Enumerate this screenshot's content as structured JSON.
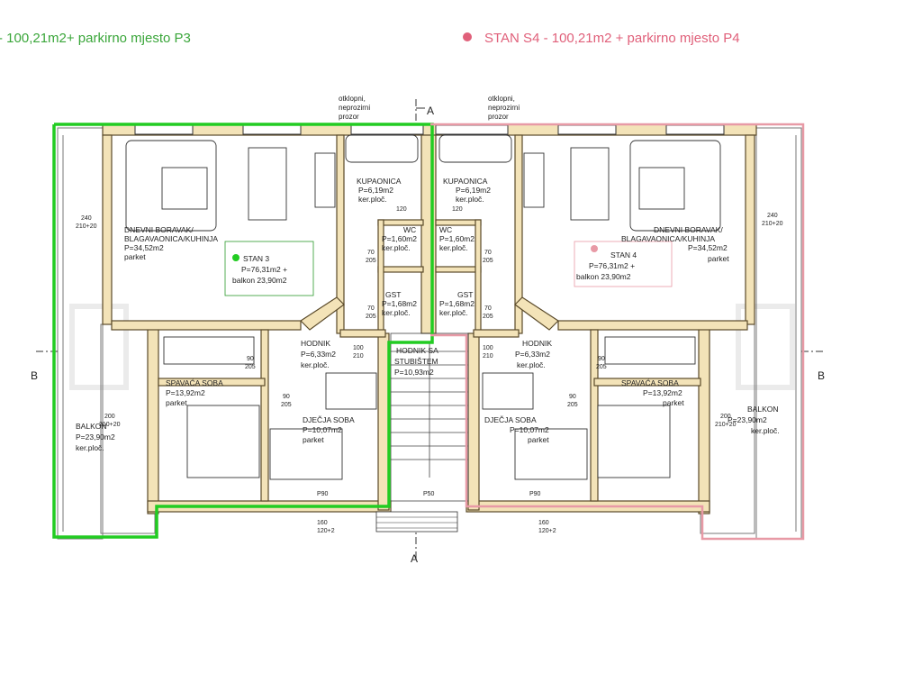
{
  "header": {
    "left_title": "- 100,21m2+ parkirno mjesto P3",
    "right_title": "STAN S4 - 100,21m2 + parkirno mjesto P4"
  },
  "colors": {
    "unit3_outline": "#22cc22",
    "unit4_outline": "#e89aa6",
    "wall_fill": "#f3e3b8",
    "wall_stroke": "#5a4a2a"
  },
  "plan": {
    "window_note": [
      "otklopni,",
      "neprozirni",
      "prozor"
    ],
    "section_marks": {
      "a_top": "A",
      "a_bottom": "A",
      "b_left": "B",
      "b_right": "B"
    },
    "unit3": {
      "label": "STAN 3",
      "area": "P=76,31m2 +",
      "balcony": "balkon 23,90m2",
      "rooms": {
        "living": [
          "DNEVNI BORAVAK/",
          "BLAGAVAONICA/KUHINJA",
          "P=34,52m2",
          "parket"
        ],
        "bath": [
          "KUPAONICA",
          "P=6,19m2",
          "ker.ploč."
        ],
        "wc": [
          "WC",
          "P=1,60m2",
          "ker.ploč."
        ],
        "gst": [
          "GST",
          "P=1,68m2",
          "ker.ploč."
        ],
        "hall": [
          "HODNIK",
          "P=6,33m2",
          "ker.ploč."
        ],
        "bedroom": [
          "SPAVAĆA SOBA",
          "P=13,92m2",
          "parket"
        ],
        "kids": [
          "DJEČJA SOBA",
          "P=10,07m2",
          "parket"
        ],
        "balcony": [
          "BALKON",
          "P=23,90m2",
          "ker.ploč."
        ]
      }
    },
    "unit4": {
      "label": "STAN 4",
      "area": "P=76,31m2 +",
      "balcony": "balkon 23,90m2",
      "rooms": {
        "living": [
          "DNEVNI BORAVAK/",
          "BLAGAVAONICA/KUHINJA",
          "P=34,52m2",
          "parket"
        ],
        "bath": [
          "KUPAONICA",
          "P=6,19m2",
          "ker.ploč."
        ],
        "wc": [
          "WC",
          "P=1,60m2",
          "ker.ploč."
        ],
        "gst": [
          "GST",
          "P=1,68m2",
          "ker.ploč."
        ],
        "hall": [
          "HODNIK",
          "P=6,33m2",
          "ker.ploč."
        ],
        "bedroom": [
          "SPAVAĆA SOBA",
          "P=13,92m2",
          "parket"
        ],
        "kids": [
          "DJEČJA SOBA",
          "P=10,07m2",
          "parket"
        ],
        "balcony": [
          "BALKON",
          "P=23,90m2",
          "ker.ploč."
        ]
      }
    },
    "corridor": [
      "HODNIK SA",
      "STUBIŠTEM",
      "P=10,93m2"
    ],
    "door_marks": {
      "d240": [
        "240",
        "210+20"
      ],
      "d200": [
        "200",
        "210+20"
      ],
      "d120": "120",
      "d70": [
        "70",
        "205"
      ],
      "d90": [
        "90",
        "205"
      ],
      "d100": [
        "100",
        "210"
      ],
      "d160": [
        "160",
        "120+2"
      ],
      "p90": "P90",
      "p50": "P50"
    }
  }
}
